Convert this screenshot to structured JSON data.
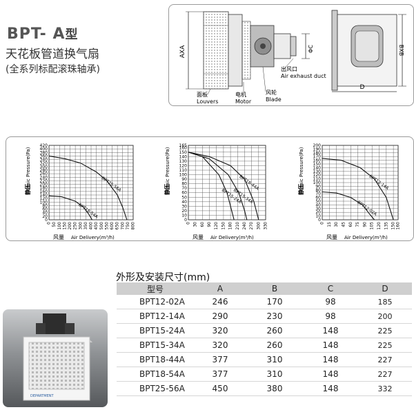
{
  "header": {
    "brand": "BPT- A",
    "brand_suffix": "型",
    "title": "天花板管道换气扇",
    "subtitle": "(全系列标配滚珠轴承)"
  },
  "diagram": {
    "dim_axa": "AXA",
    "dim_phic": "ΦC",
    "dim_bxb": "BXB",
    "dim_d": "D",
    "louvers_cn": "面板",
    "louvers_en": "Louvers",
    "motor_cn": "电机",
    "motor_en": "Motor",
    "blade_cn": "风轮",
    "blade_en": "Blade",
    "outlet_cn": "出风口",
    "outlet_en": "Air exhaust duct"
  },
  "photo": {
    "logo_text": "DEPARTMENT"
  },
  "chart_data": [
    {
      "type": "line",
      "ylabel_cn": "静压",
      "ylabel_en": "Staic Pressure(Pa)",
      "xlabel_cn": "风量",
      "xlabel_en": "Air Delivery(m³/h)",
      "y_ticks": [
        0,
        20,
        40,
        60,
        80,
        100,
        120,
        140,
        160,
        180,
        200,
        220,
        240,
        260,
        280,
        300,
        320,
        340,
        360,
        380,
        400,
        420
      ],
      "x_ticks": [
        0,
        50,
        100,
        150,
        200,
        250,
        300,
        350,
        400,
        450,
        500,
        550,
        600,
        650,
        700,
        750,
        800
      ],
      "xlim": [
        0,
        800
      ],
      "ylim": [
        0,
        420
      ],
      "series": [
        {
          "name": "BPT25-56A",
          "x": [
            0,
            150,
            300,
            450,
            550,
            650,
            700,
            740
          ],
          "y": [
            360,
            345,
            320,
            270,
            220,
            140,
            70,
            0
          ]
        },
        {
          "name": "BPT18-54A",
          "x": [
            0,
            120,
            250,
            330,
            380,
            410
          ],
          "y": [
            135,
            130,
            105,
            70,
            30,
            0
          ]
        }
      ]
    },
    {
      "type": "line",
      "ylabel_cn": "静压",
      "ylabel_en": "Staic Pressure(Pa)",
      "xlabel_cn": "风量",
      "xlabel_en": "Air Delivery(m³/h)",
      "y_ticks": [
        0,
        10,
        20,
        30,
        40,
        50,
        60,
        70,
        80,
        90,
        100,
        110,
        120,
        130,
        140,
        150,
        160,
        165
      ],
      "x_ticks": [
        0,
        30,
        60,
        90,
        120,
        150,
        180,
        210,
        240,
        270,
        300,
        330
      ],
      "xlim": [
        0,
        330
      ],
      "ylim": [
        0,
        165
      ],
      "series": [
        {
          "name": "BPT18-44A",
          "x": [
            0,
            90,
            180,
            240,
            280,
            300
          ],
          "y": [
            150,
            140,
            120,
            90,
            40,
            0
          ]
        },
        {
          "name": "BPT15-34A",
          "x": [
            0,
            90,
            170,
            215,
            240,
            250
          ],
          "y": [
            150,
            135,
            100,
            60,
            20,
            0
          ]
        },
        {
          "name": "BPT15-24A",
          "x": [
            0,
            60,
            130,
            165,
            185,
            195
          ],
          "y": [
            150,
            140,
            100,
            60,
            20,
            0
          ]
        }
      ]
    },
    {
      "type": "line",
      "ylabel_cn": "静压",
      "ylabel_en": "Staic Pressure(Pa)",
      "xlabel_cn": "风量",
      "xlabel_en": "Air Delivery(m³/h)",
      "y_ticks": [
        0,
        10,
        20,
        30,
        40,
        50,
        60,
        70,
        80,
        90,
        100,
        110,
        120,
        130,
        140,
        150,
        160,
        170,
        180,
        190,
        200
      ],
      "x_ticks": [
        0,
        15,
        30,
        45,
        60,
        75,
        90,
        105,
        120,
        135,
        150,
        160
      ],
      "xlim": [
        0,
        160
      ],
      "ylim": [
        0,
        200
      ],
      "series": [
        {
          "name": "BPT12-14A",
          "x": [
            0,
            40,
            80,
            110,
            135,
            150
          ],
          "y": [
            165,
            160,
            140,
            110,
            60,
            0
          ]
        },
        {
          "name": "BPT12-02A",
          "x": [
            0,
            30,
            60,
            85,
            100,
            110
          ],
          "y": [
            75,
            72,
            60,
            40,
            15,
            0
          ]
        }
      ]
    }
  ],
  "dimensions_table": {
    "title": "外形及安装尺寸(mm)",
    "headers": [
      "型号",
      "A",
      "B",
      "C",
      "D"
    ],
    "rows": [
      [
        "BPT12-02A",
        "246",
        "170",
        "98",
        "185"
      ],
      [
        "BPT12-14A",
        "290",
        "230",
        "98",
        "200"
      ],
      [
        "BPT15-24A",
        "320",
        "260",
        "148",
        "225"
      ],
      [
        "BPT15-34A",
        "320",
        "260",
        "148",
        "225"
      ],
      [
        "BPT18-44A",
        "377",
        "310",
        "148",
        "227"
      ],
      [
        "BPT18-54A",
        "377",
        "310",
        "148",
        "227"
      ],
      [
        "BPT25-56A",
        "450",
        "380",
        "148",
        "332"
      ]
    ]
  }
}
